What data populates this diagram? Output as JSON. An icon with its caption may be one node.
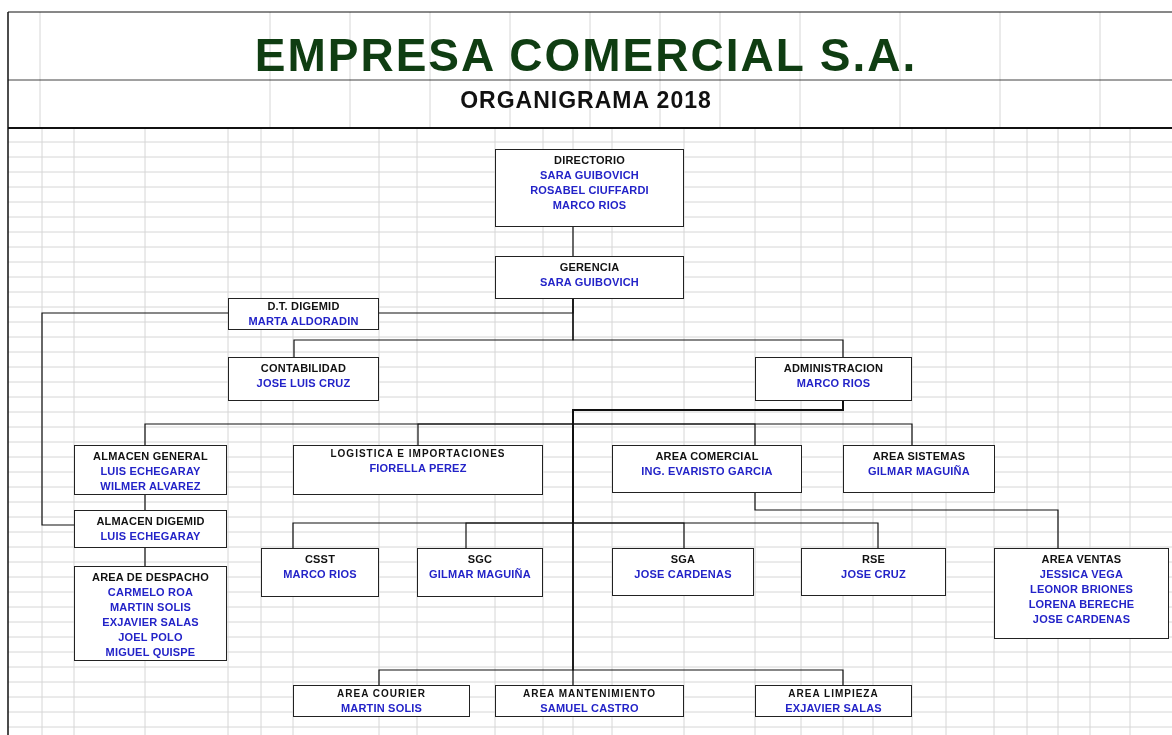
{
  "diagram": {
    "title": "EMPRESA COMERCIAL S.A.",
    "nodes": [
      {
        "text": [
          "DIRECTORIO",
          "SARA GUIBOVICH",
          "ROSABEL CIUFFARDI",
          "MARCO RIOS"
        ]
      },
      {
        "text": [
          "GERENCIA",
          "SARA GUIBOVICH"
        ]
      },
      {
        "text": [
          "D.T. DIGEMID",
          "MARTA ALDORADIN"
        ]
      },
      {
        "text": [
          "CONTABILIDAD",
          "JOSE LUIS CRUZ"
        ]
      },
      {
        "text": [
          "ADMINISTRACION",
          "MARCO RIOS"
        ]
      },
      {
        "text": [
          "ALMACEN GENERAL",
          "LUIS ECHEGARAY",
          "WILMER ALVAREZ"
        ]
      },
      {
        "text": [
          "LOGISTICA E IMPORTACIONES",
          "FIORELLA PEREZ"
        ]
      },
      {
        "text": [
          "AREA COMERCIAL",
          "ING. EVARISTO GARCIA"
        ]
      },
      {
        "text": [
          "AREA SISTEMAS",
          "GILMAR MAGUIÑA"
        ]
      },
      {
        "text": [
          "ALMACEN DIGEMID",
          "LUIS ECHEGARAY"
        ]
      },
      {
        "text": [
          "CSST",
          "MARCO RIOS"
        ]
      },
      {
        "text": [
          "SGC",
          "GILMAR MAGUIÑA"
        ]
      },
      {
        "text": [
          "SGA",
          "JOSE CARDENAS"
        ]
      },
      {
        "text": [
          "RSE",
          "JOSE CRUZ"
        ]
      },
      {
        "text": [
          "AREA VENTAS",
          "JESSICA VEGA",
          "LEONOR BRIONES",
          "LORENA BERECHE",
          "JOSE CARDENAS"
        ]
      },
      {
        "text": [
          "AREA DE DESPACHO",
          "CARMELO ROA",
          "MARTIN SOLIS",
          "EXJAVIER SALAS",
          "JOEL POLO",
          "MIGUEL QUISPE"
        ]
      },
      {
        "text": [
          "AREA COURIER",
          "MARTIN SOLIS"
        ]
      },
      {
        "text": [
          "AREA MANTENIMIENTO",
          "SAMUEL CASTRO"
        ]
      },
      {
        "text": [
          "AREA LIMPIEZA",
          "EXJAVIER SALAS"
        ]
      }
    ],
    "edges": [
      {
        "from": 0,
        "to": 1,
        "arrow": "none"
      },
      {
        "from": 1,
        "to": 2,
        "arrow": "none"
      },
      {
        "from": 1,
        "to": 3,
        "arrow": "none"
      },
      {
        "from": 1,
        "to": 4,
        "arrow": "none"
      },
      {
        "from": 2,
        "to": 9,
        "arrow": "none"
      },
      {
        "from": 4,
        "to": 5,
        "arrow": "none"
      },
      {
        "from": 4,
        "to": 6,
        "arrow": "none"
      },
      {
        "from": 4,
        "to": 7,
        "arrow": "none"
      },
      {
        "from": 4,
        "to": 8,
        "arrow": "none"
      },
      {
        "from": 5,
        "to": 9,
        "arrow": "none"
      },
      {
        "from": 9,
        "to": 15,
        "arrow": "none"
      },
      {
        "from": 4,
        "to": 10,
        "arrow": "none"
      },
      {
        "from": 4,
        "to": 11,
        "arrow": "none"
      },
      {
        "from": 4,
        "to": 12,
        "arrow": "none"
      },
      {
        "from": 4,
        "to": 13,
        "arrow": "none"
      },
      {
        "from": 7,
        "to": 14,
        "arrow": "none"
      },
      {
        "from": 4,
        "to": 16,
        "arrow": "none"
      },
      {
        "from": 4,
        "to": 17,
        "arrow": "none"
      },
      {
        "from": 4,
        "to": 18,
        "arrow": "none"
      }
    ],
    "labels": [
      "ORGANIGRAMA 2018"
    ]
  }
}
